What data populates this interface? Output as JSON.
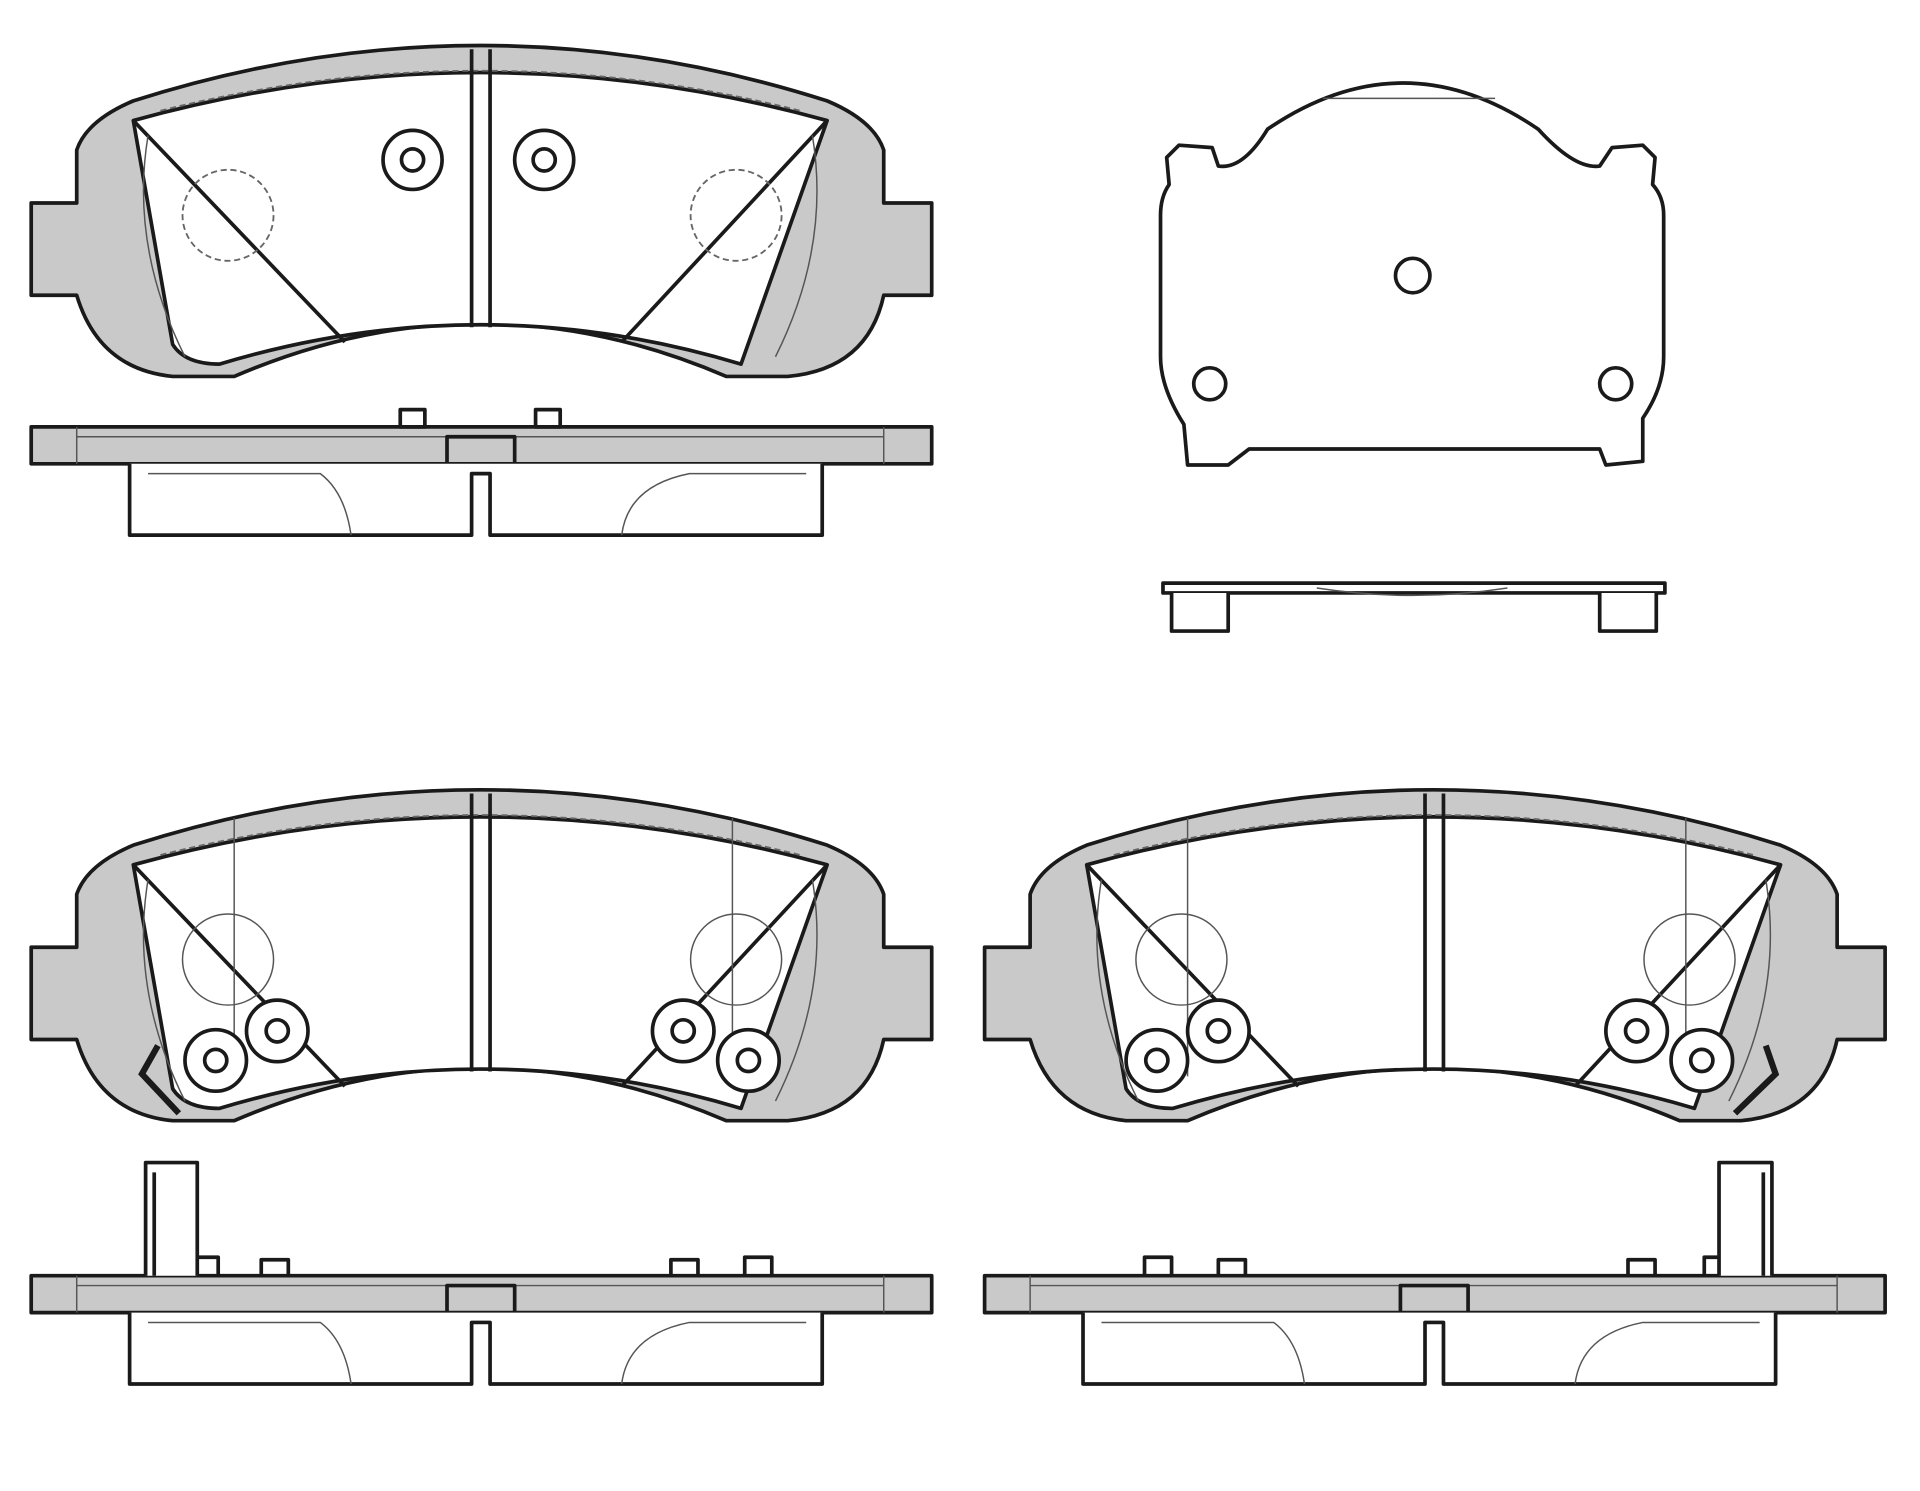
{
  "colors": {
    "background": "#ffffff",
    "plate_fill": "#c9c9c9",
    "line": "#1a1a1a"
  },
  "parts": [
    "brake-pad-outer",
    "brake-pad-inner-left",
    "brake-pad-inner-right",
    "anti-squeal-shim"
  ]
}
